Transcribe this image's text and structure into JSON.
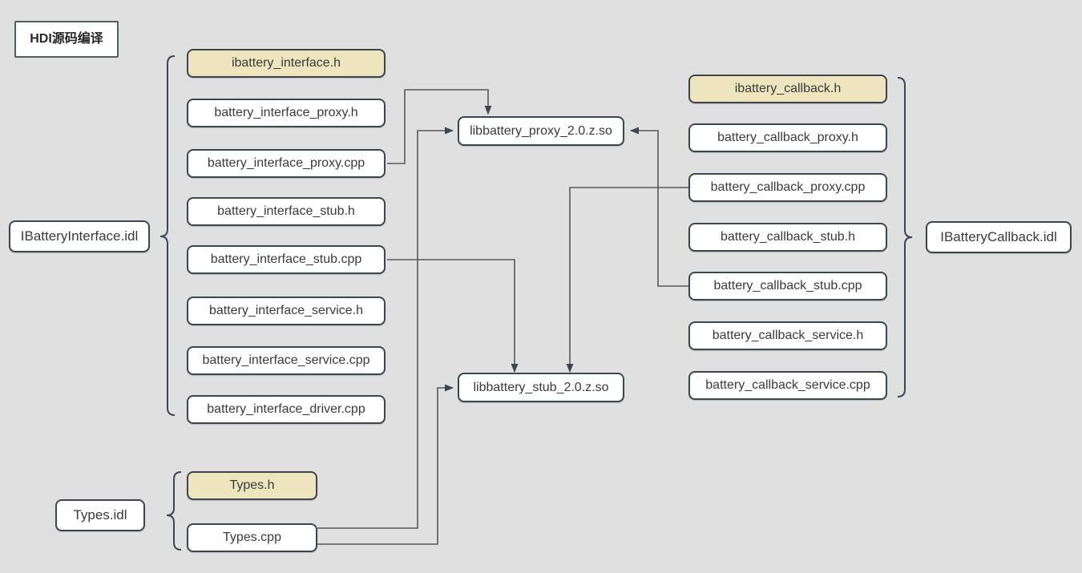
{
  "diagram": {
    "title_box": {
      "label": "HDI源码编译"
    },
    "background_color": "#e0e0e0",
    "highlight_color": "#ece5bd",
    "border_color": "#3f4550",
    "groups": [
      {
        "name": "battery-interface-group",
        "idl": "IBatteryInterface.idl",
        "files": [
          {
            "label": "ibattery_interface.h",
            "highlight": true
          },
          {
            "label": "battery_interface_proxy.h",
            "highlight": false
          },
          {
            "label": "battery_interface_proxy.cpp",
            "highlight": false
          },
          {
            "label": "battery_interface_stub.h",
            "highlight": false
          },
          {
            "label": "battery_interface_stub.cpp",
            "highlight": false
          },
          {
            "label": "battery_interface_service.h",
            "highlight": false
          },
          {
            "label": "battery_interface_service.cpp",
            "highlight": false
          },
          {
            "label": "battery_interface_driver.cpp",
            "highlight": false
          }
        ]
      },
      {
        "name": "battery-callback-group",
        "idl": "IBatteryCallback.idl",
        "files": [
          {
            "label": "ibattery_callback.h",
            "highlight": true
          },
          {
            "label": "battery_callback_proxy.h",
            "highlight": false
          },
          {
            "label": "battery_callback_proxy.cpp",
            "highlight": false
          },
          {
            "label": "battery_callback_stub.h",
            "highlight": false
          },
          {
            "label": "battery_callback_stub.cpp",
            "highlight": false
          },
          {
            "label": "battery_callback_service.h",
            "highlight": false
          },
          {
            "label": "battery_callback_service.cpp",
            "highlight": false
          }
        ]
      },
      {
        "name": "types-group",
        "idl": "Types.idl",
        "files": [
          {
            "label": "Types.h",
            "highlight": true
          },
          {
            "label": "Types.cpp",
            "highlight": false
          }
        ]
      }
    ],
    "libraries": [
      {
        "name": "proxy-library",
        "label": "libbattery_proxy_2.0.z.so"
      },
      {
        "name": "stub-library",
        "label": "libbattery_stub_2.0.z.so"
      }
    ],
    "edges": [
      {
        "from": "battery_interface_proxy.cpp",
        "to": "libbattery_proxy_2.0.z.so"
      },
      {
        "from": "Types.cpp",
        "to": "libbattery_proxy_2.0.z.so"
      },
      {
        "from": "battery_callback_stub.cpp",
        "to": "libbattery_proxy_2.0.z.so"
      },
      {
        "from": "battery_interface_stub.cpp",
        "to": "libbattery_stub_2.0.z.so"
      },
      {
        "from": "battery_callback_proxy.cpp",
        "to": "libbattery_stub_2.0.z.so"
      },
      {
        "from": "Types.cpp",
        "to": "libbattery_stub_2.0.z.so"
      }
    ]
  }
}
